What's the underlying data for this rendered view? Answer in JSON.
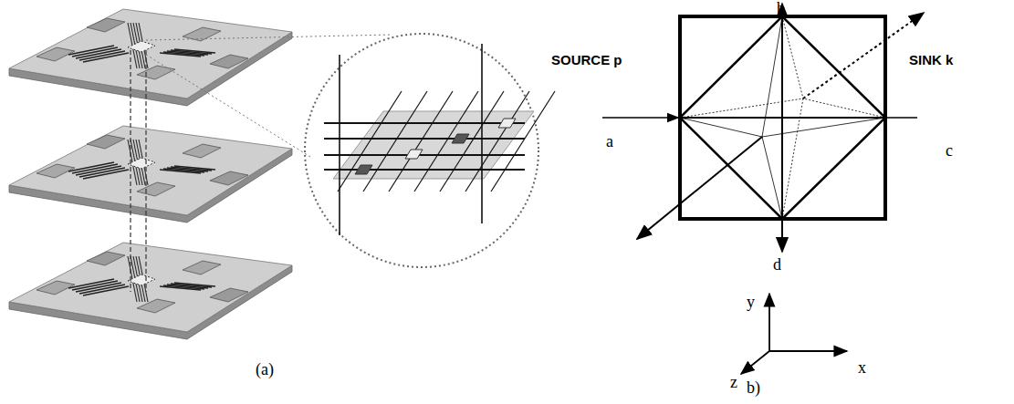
{
  "diagram": {
    "labels": [
      "(a)",
      "b",
      "SOURCE p",
      "a",
      "SINK k",
      "c",
      "d",
      "y",
      "x",
      "z",
      "b)"
    ]
  }
}
